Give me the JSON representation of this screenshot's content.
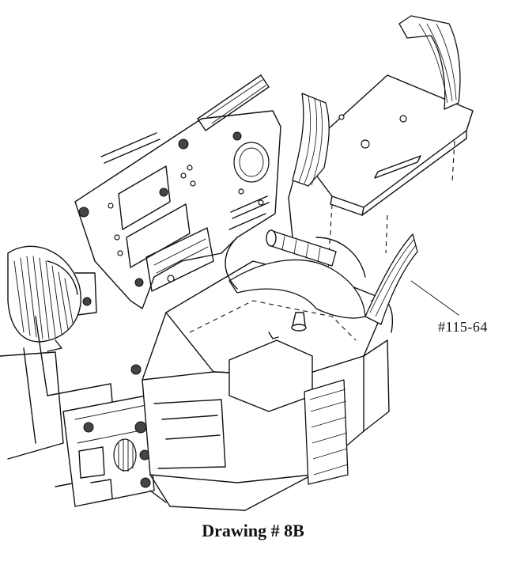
{
  "figure": {
    "caption": "Drawing # 8B",
    "callouts": [
      {
        "label": "#115-64",
        "part": "battery-hold-down-strap"
      }
    ],
    "icons": [
      "battery-tray-icon",
      "hold-down-strap-icon",
      "battery-case-icon",
      "mounting-bracket-icon",
      "fan-gear-icon"
    ]
  }
}
